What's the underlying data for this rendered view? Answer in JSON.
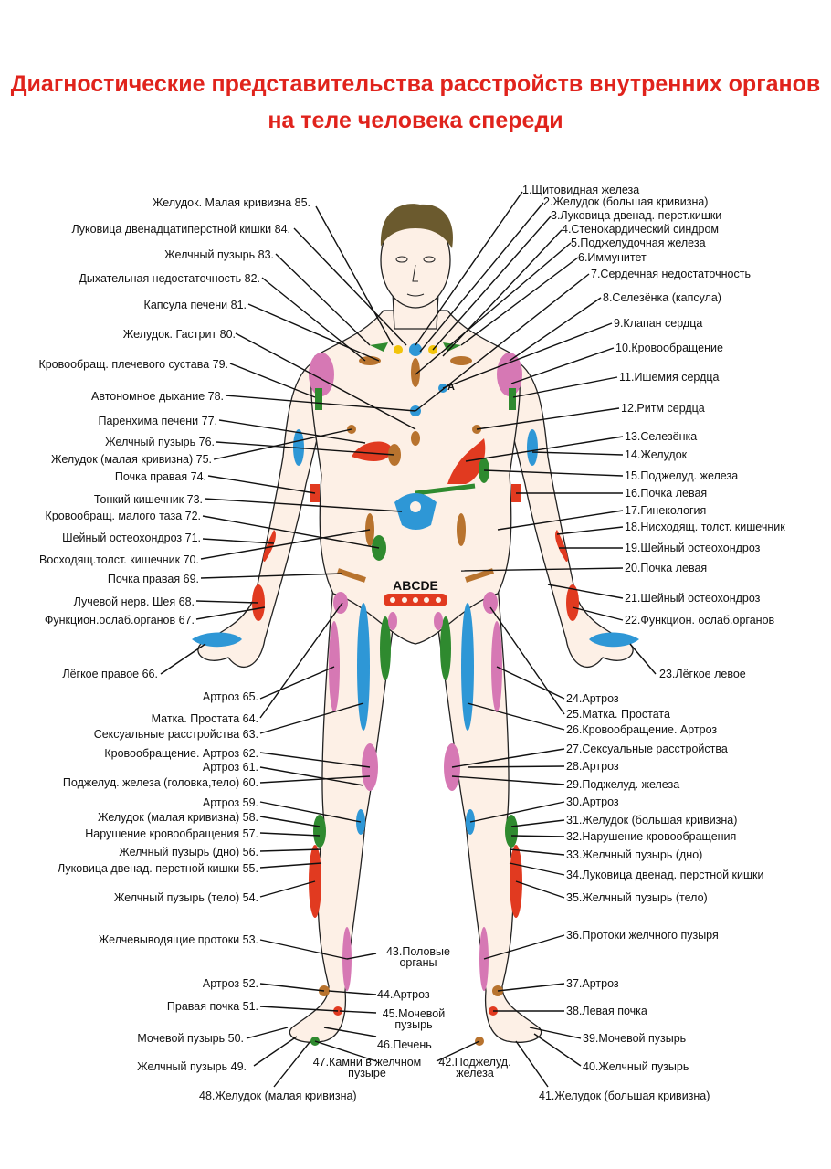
{
  "title": {
    "line1": "Диагностические представительства расстройств внутренних органов",
    "line2": "на теле человека спереди"
  },
  "body_letters": "ABCDE",
  "heart_mark": "A",
  "colors": {
    "title": "#e0231c",
    "skin": "#fdf0e6",
    "hair": "#6b5a2e",
    "red": "#e13a20",
    "blue": "#2e97d6",
    "green": "#2f8a2f",
    "brown": "#b8732e",
    "pink": "#d678b4",
    "yellow": "#f2c40b"
  },
  "labels_right": [
    "1.Щитовидная железа",
    "2.Желудок (большая кривизна)",
    "3.Луковица двенад. перст.кишки",
    "4.Стенокардический синдром",
    "5.Поджелудочная железа",
    "6.Иммунитет",
    "7.Сердечная недостаточность",
    "8.Селезёнка (капсула)",
    "9.Клапан сердца",
    "10.Кровообращение",
    "11.Ишемия сердца",
    "12.Ритм сердца",
    "13.Селезёнка",
    "14.Желудок",
    "15.Поджелуд. железа",
    "16.Почка левая",
    "17.Гинекология",
    "18.Нисходящ. толст. кишечник",
    "19.Шейный остеохондроз",
    "20.Почка левая",
    "21.Шейный остеохондроз",
    "22.Функцион. ослаб.органов",
    "23.Лёгкое левое",
    "24.Артроз",
    "25.Матка. Простата",
    "26.Кровообращение. Артроз",
    "27.Сексуальные расстройства",
    "28.Артроз",
    "29.Поджелуд. железа",
    "30.Артроз",
    "31.Желудок (большая кривизна)",
    "32.Нарушение кровообращения",
    "33.Желчный пузырь (дно)",
    "34.Луковица двенад. перстной кишки",
    "35.Желчный пузырь (тело)",
    "36.Протоки желчного пузыря",
    "37.Артроз",
    "38.Левая почка",
    "39.Мочевой пузырь",
    "40.Желчный пузырь",
    "41.Желудок (большая кривизна)"
  ],
  "labels_center": [
    "43.Половые органы",
    "44.Артроз",
    "45.Мочевой пузырь",
    "46.Печень",
    "47.Камни в желчном пузыре",
    "42.Поджелуд. железа",
    "48.Желудок (малая кривизна)"
  ],
  "labels_left": [
    "Желудок. Малая кривизна 85.",
    "Луковица двенадцатиперстной кишки 84.",
    "Желчный пузырь 83.",
    "Дыхательная недостаточность 82.",
    "Капсула печени 81.",
    "Желудок. Гастрит 80.",
    "Кровообращ. плечевого сустава 79.",
    "Автономное дыхание 78.",
    "Паренхима печени 77.",
    "Желчный пузырь 76.",
    "Желудок (малая кривизна) 75.",
    "Почка правая 74.",
    "Тонкий кишечник 73.",
    "Кровообращ. малого таза 72.",
    "Шейный остеохондроз 71.",
    "Восходящ.толст. кишечник 70.",
    "Почка правая 69.",
    "Лучевой нерв. Шея 68.",
    "Функцион.ослаб.органов 67.",
    "Лёгкое правое 66.",
    "Артроз 65.",
    "Матка. Простата 64.",
    "Сексуальные расстройства 63.",
    "Кровообращение. Артроз 62.",
    "Артроз 61.",
    "Поджелуд. железа (головка,тело) 60.",
    "Артроз 59.",
    "Желудок (малая кривизна) 58.",
    "Нарушение кровообращения 57.",
    "Желчный пузырь (дно) 56.",
    "Луковица двенад. перстной кишки 55.",
    "Желчный пузырь (тело) 54.",
    "Желчевыводящие протоки 53.",
    "Артроз 52.",
    "Правая почка 51.",
    "Мочевой пузырь 50.",
    "Желчный пузырь 49."
  ]
}
